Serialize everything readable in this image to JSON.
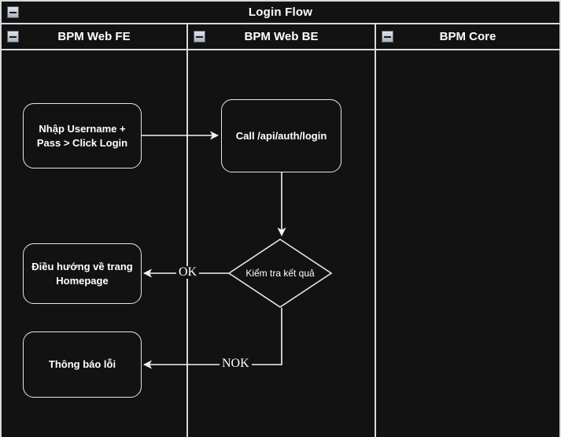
{
  "pool": {
    "title": "Login Flow",
    "collapse_icon": "minus-box-icon"
  },
  "lanes": [
    {
      "id": "bpm-web-fe",
      "label": "BPM Web FE",
      "collapse_icon": "minus-box-icon"
    },
    {
      "id": "bpm-web-be",
      "label": "BPM Web BE",
      "collapse_icon": "minus-box-icon"
    },
    {
      "id": "bpm-core",
      "label": "BPM Core",
      "collapse_icon": "minus-box-icon"
    }
  ],
  "nodes": [
    {
      "id": "input-credentials",
      "lane": "bpm-web-fe",
      "type": "task",
      "line1": "Nhập Username +",
      "line2": "Pass > Click Login"
    },
    {
      "id": "call-login-api",
      "lane": "bpm-web-be",
      "type": "task",
      "line1": "Call /api/auth/login",
      "line2": ""
    },
    {
      "id": "check-result",
      "lane": "bpm-web-be",
      "type": "decision",
      "label": "Kiểm tra kết quả"
    },
    {
      "id": "redirect-homepage",
      "lane": "bpm-web-fe",
      "type": "task",
      "line1": "Điều hướng về trang",
      "line2": "Homepage"
    },
    {
      "id": "show-error",
      "lane": "bpm-web-fe",
      "type": "task",
      "line1": "Thông báo lỗi",
      "line2": ""
    }
  ],
  "edges": [
    {
      "id": "edge-input-to-api",
      "from": "input-credentials",
      "to": "call-login-api",
      "label": ""
    },
    {
      "id": "edge-api-to-check",
      "from": "call-login-api",
      "to": "check-result",
      "label": ""
    },
    {
      "id": "edge-check-ok",
      "from": "check-result",
      "to": "redirect-homepage",
      "label": "OK"
    },
    {
      "id": "edge-check-nok",
      "from": "check-result",
      "to": "show-error",
      "label": "NOK"
    }
  ],
  "colors": {
    "background": "#121212",
    "stroke": "#e6e6e6",
    "text": "#ffffff",
    "pool_rule": "#d9d9d9"
  }
}
